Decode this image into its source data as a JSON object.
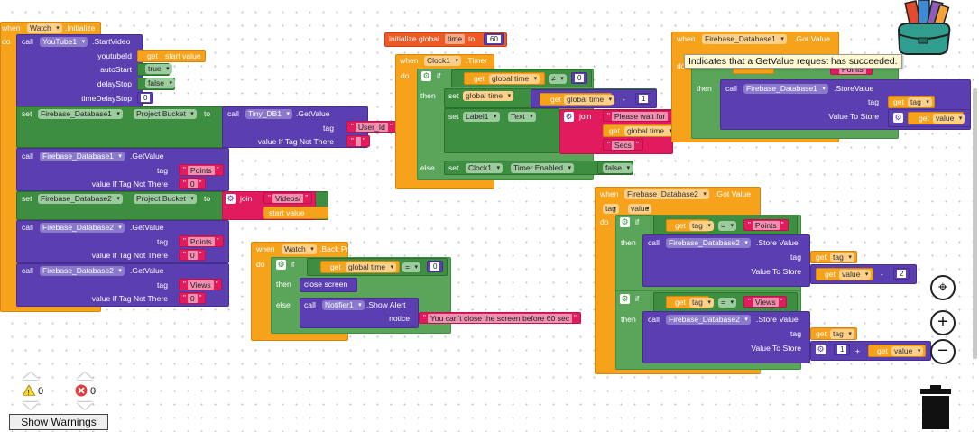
{
  "blocks": {
    "b1": {
      "when": "when",
      "comp": "Watch",
      "event": ".Initialize",
      "do": "do",
      "call": "call",
      "yt": "YouTube1",
      "start": ".StartVideo",
      "youtubeid": "youtubeId",
      "get": "get",
      "start_value": "start value",
      "autostart": "autoStart",
      "true": "true",
      "delaystop": "delayStop",
      "false": "false",
      "delaytime": "timeDelayStop",
      "zero": "0",
      "set": "set",
      "fb1": "Firebase_Database1",
      "pb": "Project Bucket",
      "to": "to",
      "tinydb": "Tiny_DB1",
      "getvalue": ".GetValue",
      "tag": "tag",
      "userid": "User_Id",
      "vitns": "value If Tag Not There",
      "empty": " ",
      "points": "Points",
      "views": "Views",
      "fb2": "Firebase_Database2",
      "join": "join",
      "videos": "Videos/"
    },
    "b2": {
      "init": "initialize global",
      "name": "time",
      "to": "to",
      "value": "60"
    },
    "b3": {
      "when": "when",
      "clock": "Clock1",
      "event": ".Timer",
      "do": "do",
      "if": "if",
      "get": "get",
      "gt": "global time",
      "neq": "≠",
      "zero": "0",
      "then": "then",
      "set": "set",
      "minus": "-",
      "one": "1",
      "label": "Label1",
      "text": "Text",
      "join": "join",
      "please": "Please wait for",
      "secs": "Secs",
      "else": "else",
      "te": "Timer Enabled",
      "false": "false"
    },
    "b4": {
      "when": "when",
      "comp": "Watch",
      "event": ".Back Pressed",
      "do": "do",
      "if": "if",
      "get": "get",
      "gt": "global time",
      "eq": "=",
      "zero": "0",
      "then": "then",
      "close": "close screen",
      "else": "else",
      "call": "call",
      "notifier": "Notifier1",
      "show": ".Show Alert",
      "notice": "notice",
      "msg": "You can't close the screen before 60 sec"
    },
    "b5": {
      "when": "when",
      "fb": "Firebase_Database1",
      "event": ".Got Value",
      "do": "do",
      "then": "then",
      "call": "call",
      "store": ".StoreValue",
      "tag": "tag",
      "vts": "Value To Store",
      "get": "get",
      "value": "value",
      "points": "Points"
    },
    "b6": {
      "when": "when",
      "fb": "Firebase_Database2",
      "event": ".Got Value",
      "tag": "tag",
      "value": "value",
      "do": "do",
      "if": "if",
      "get": "get",
      "eq": "=",
      "points": "Points",
      "then": "then",
      "call": "call",
      "store": ".Store Value",
      "vts": "Value To Store",
      "minus": "-",
      "two": "2",
      "views": "Views",
      "plus": "+",
      "one": "1"
    }
  },
  "tooltip": "Indicates that a GetValue request has succeeded.",
  "warnings": {
    "warn_count": "0",
    "error_count": "0",
    "button": "Show Warnings"
  },
  "controls": {
    "recenter": "⌖",
    "zoom_in": "+",
    "zoom_out": "−"
  },
  "icons": {
    "backpack": "backpack-icon",
    "trash": "trash-icon",
    "warning": "warning-icon",
    "error": "error-icon"
  }
}
